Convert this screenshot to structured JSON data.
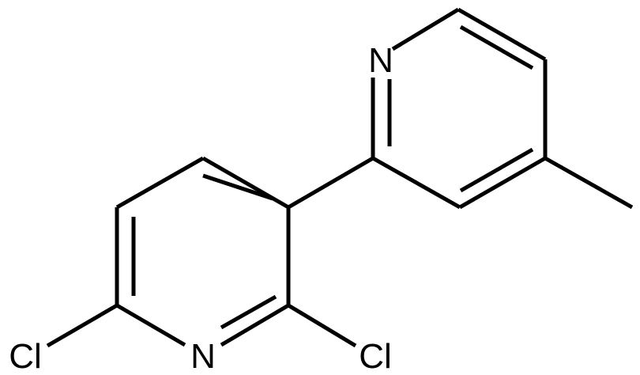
{
  "atoms": {
    "n_upper": "N",
    "n_lower": "N",
    "cl_left": "Cl",
    "cl_right": "Cl"
  },
  "colors": {
    "bond": "#000000",
    "label": "#000000",
    "background": "#ffffff"
  }
}
